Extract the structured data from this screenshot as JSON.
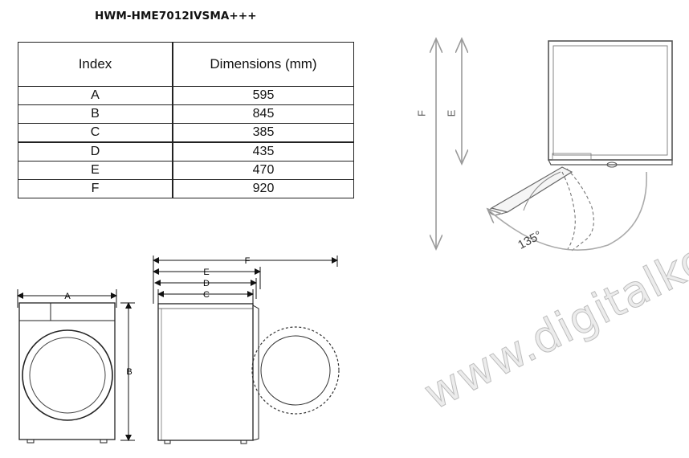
{
  "title": "HWM-HME7012IVSMA+++",
  "table": {
    "headers": [
      "Index",
      "Dimensions (mm)"
    ],
    "rows": [
      {
        "index": "A",
        "value": "595"
      },
      {
        "index": "B",
        "value": "845"
      },
      {
        "index": "C",
        "value": "385"
      },
      {
        "index": "D",
        "value": "435"
      },
      {
        "index": "E",
        "value": "470"
      },
      {
        "index": "F",
        "value": "920"
      }
    ]
  },
  "labels": {
    "A": "A",
    "B": "B",
    "C": "C",
    "D": "D",
    "E": "E",
    "F": "F",
    "angle": "135°"
  },
  "watermark": "www.digitalko.hu"
}
